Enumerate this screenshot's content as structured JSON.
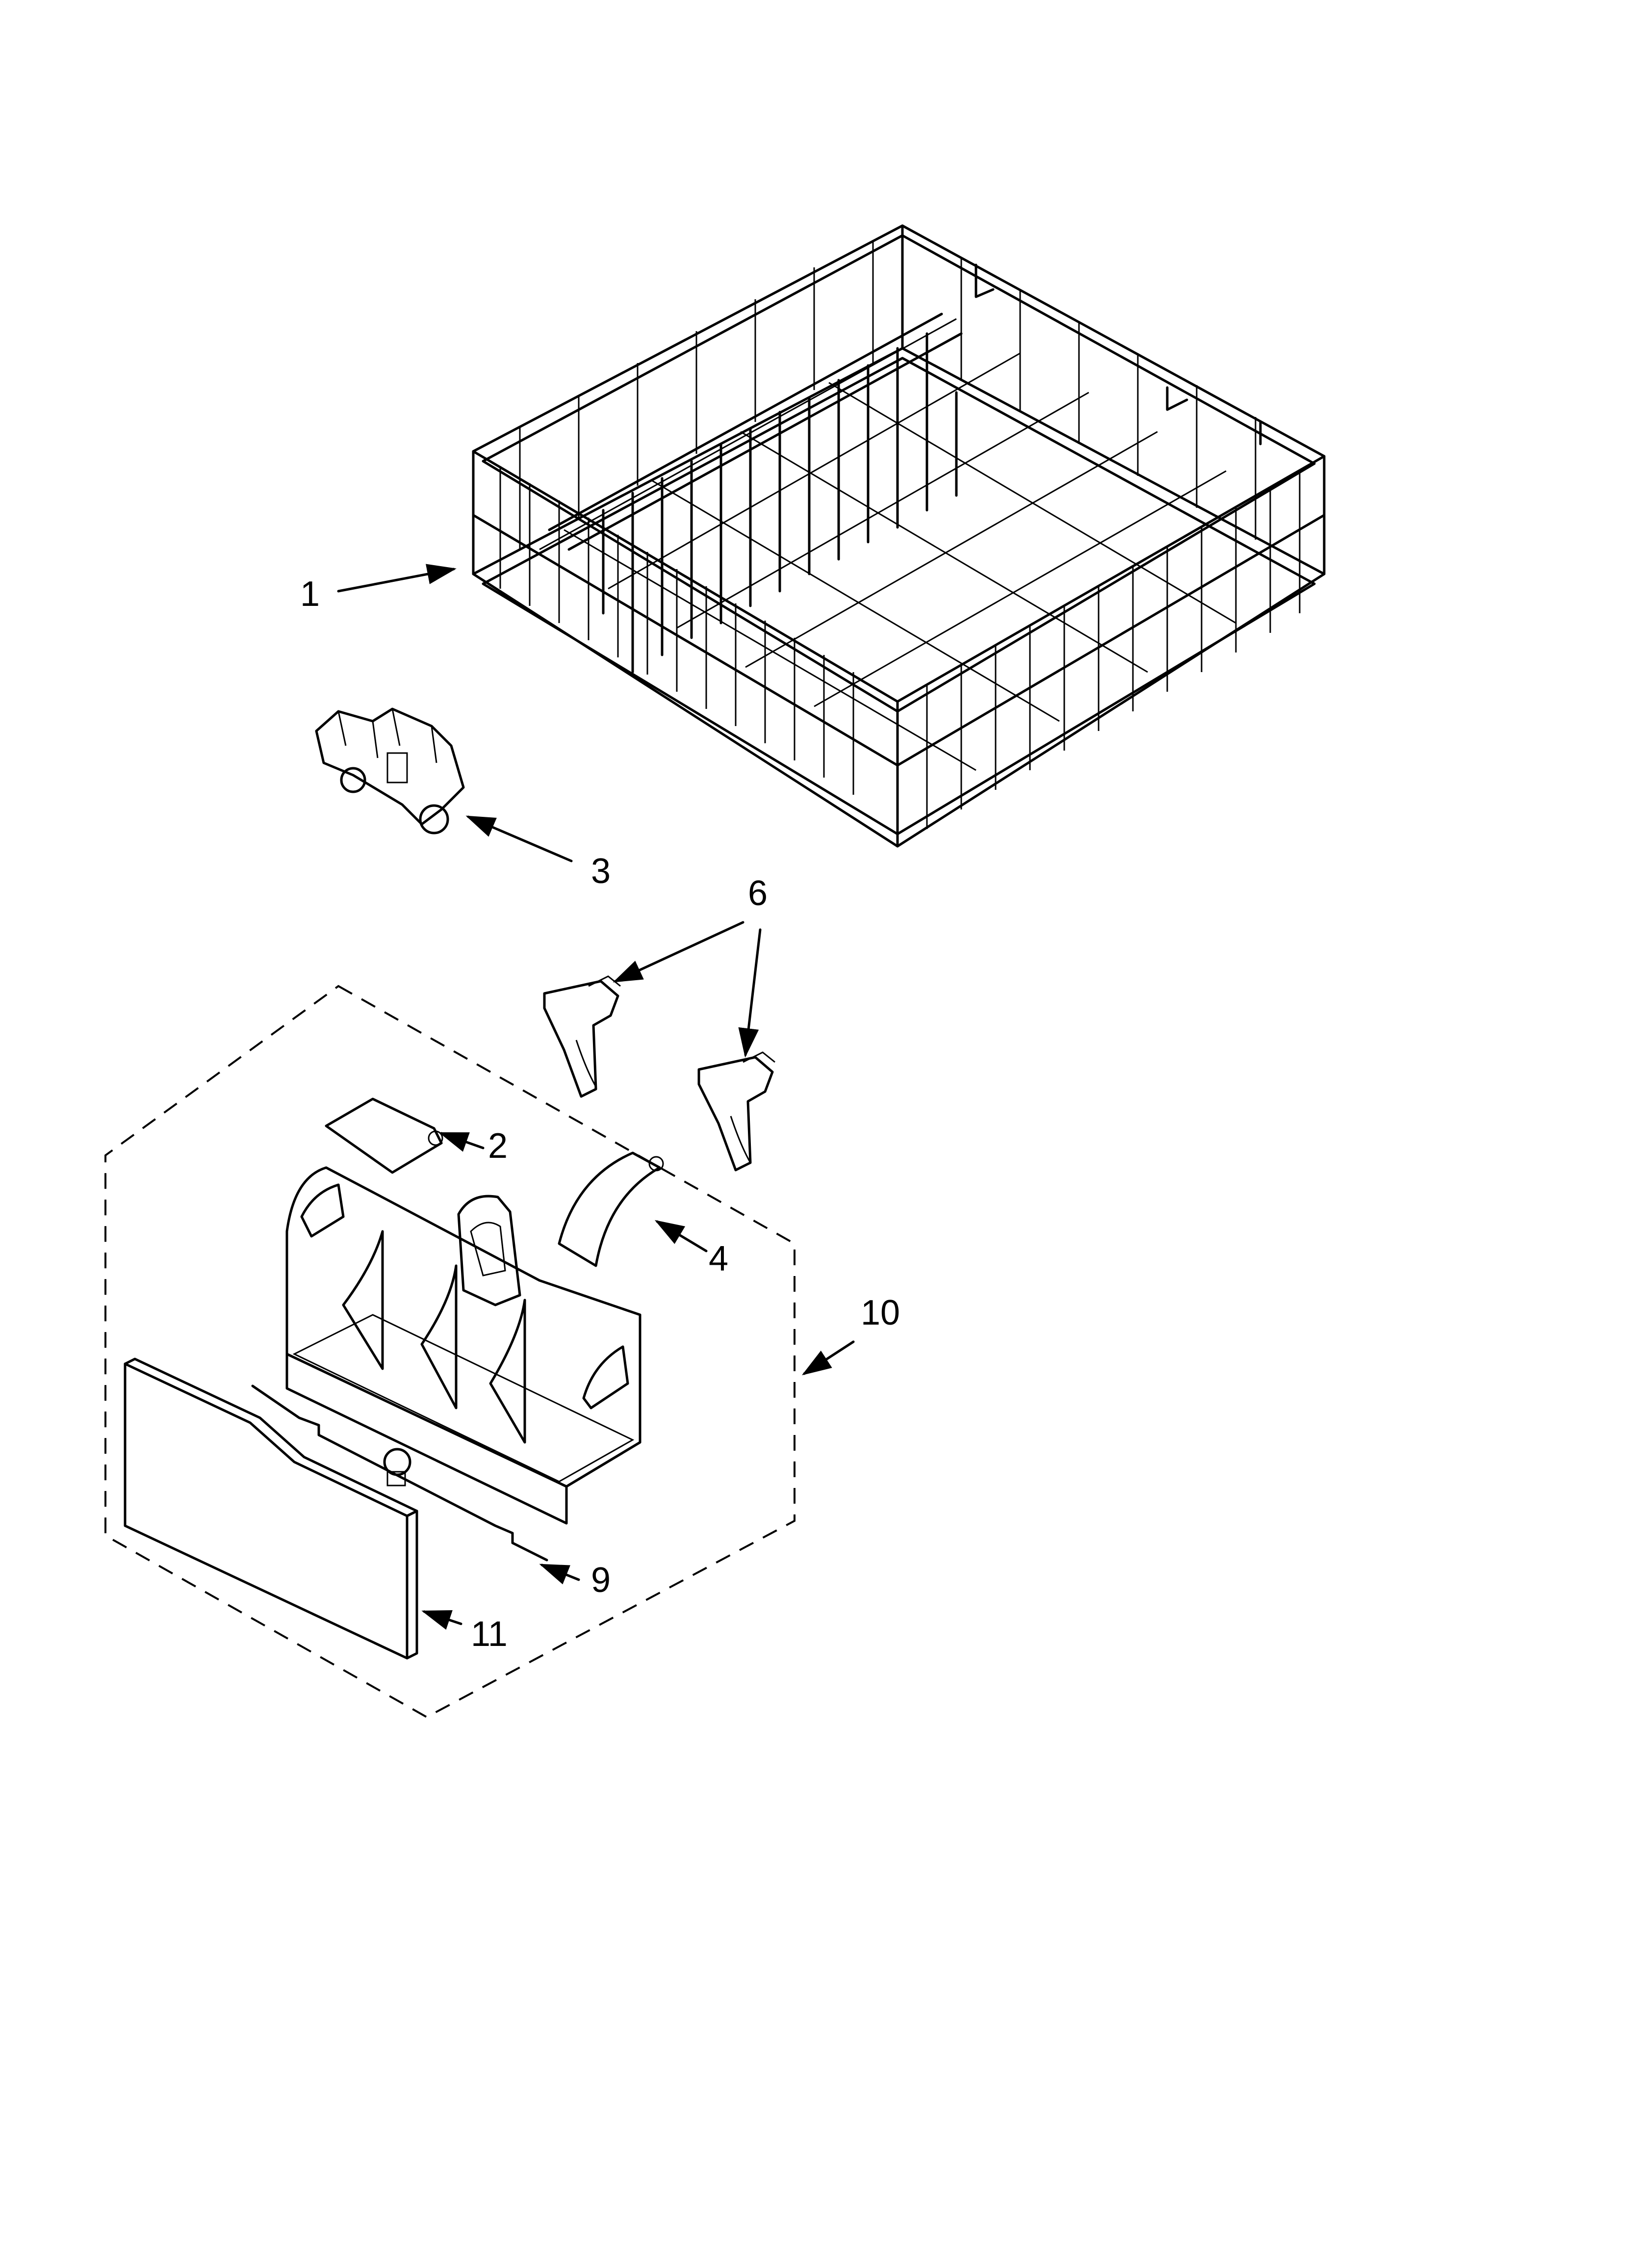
{
  "callouts": [
    {
      "id": "1",
      "label": "1"
    },
    {
      "id": "2",
      "label": "2"
    },
    {
      "id": "3",
      "label": "3"
    },
    {
      "id": "4",
      "label": "4"
    },
    {
      "id": "6",
      "label": "6"
    },
    {
      "id": "9",
      "label": "9"
    },
    {
      "id": "10",
      "label": "10"
    },
    {
      "id": "11",
      "label": "11"
    }
  ]
}
